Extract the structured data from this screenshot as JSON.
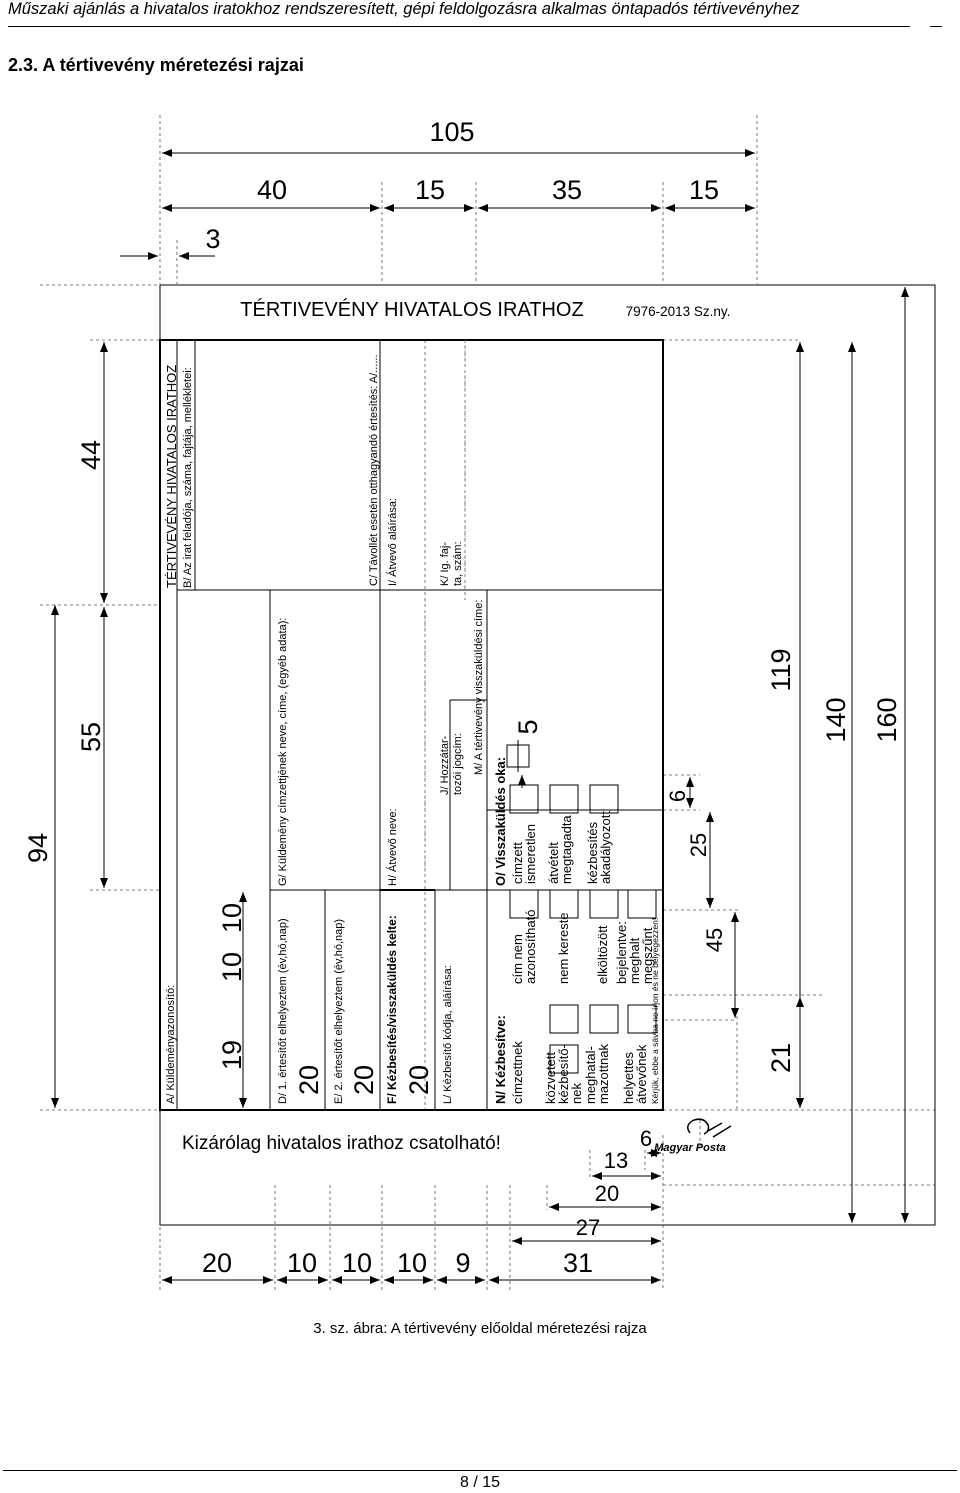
{
  "header": {
    "running_title": "Műszaki ajánlás a hivatalos iratokhoz rendszeresített, gépi feldolgozásra alkalmas öntapadós tértivevényhez",
    "section_title": "2.3. A tértivevény méretezési rajzai"
  },
  "dimensions": {
    "top_total": "105",
    "top_40": "40",
    "top_15a": "15",
    "top_35": "35",
    "top_15b": "15",
    "top_3": "3",
    "left_94": "94",
    "left_55": "55",
    "left_44": "44",
    "inner_19": "19",
    "inner_10a": "10",
    "inner_10b": "10",
    "right_119": "119",
    "right_140": "140",
    "right_160": "160",
    "right_21": "21",
    "mid_6": "6",
    "mid_25": "25",
    "mid_45": "45",
    "mid_5": "5",
    "bot_20": "20",
    "bot_10a": "10",
    "bot_10b": "10",
    "bot_10c": "10",
    "bot_9": "9",
    "bot_31": "31",
    "bot_27": "27",
    "bot_20b": "20",
    "bot_13": "13",
    "bot_6": "6"
  },
  "card": {
    "title": "TÉRTIVEVÉNY HIVATALOS IRATHOZ",
    "norm": "7976-2013 Sz.ny.",
    "footer_note": "Kizárólag hivatalos irathoz csatolható!",
    "logo": "Magyar Posta",
    "a_label": "A/ Küldeményazonosító:",
    "side_title": "TÉRTIVEVÉNY HIVATALOS IRATHOZ",
    "b_label": "B/ Az irat feladója, száma, fajtája, mellékletei:",
    "c_label": "C/ Távollét esetén otthagyandó értesítés: A/......",
    "d_label": "D/ 1. értesítőt elhelyeztem (év,hó,nap)",
    "e_label": "E/ 2. értesítőt elhelyeztem (év,hó,nap)",
    "f_label": "F/ Kézbesítés/visszaküldés kelte:",
    "g_label": "G/ Küldemény címzettjének neve, címe, (egyéb adata):",
    "h_label": "H/ Átvevő neve:",
    "i_label": "I/ Átvevő aláírása:",
    "j_label1": "J/ Hozzátar-",
    "j_label2": "tozói jogcím:",
    "k_label1": "K/ Ig. faj-",
    "k_label2": "ta, szám:",
    "l_label": "L/ Kézbesítő kódja, aláírása:",
    "m_label": "M/ A tértivevény visszaküldési címe:",
    "n_label": "N/ Kézbesítve:",
    "o_label": "O/ Visszaküldés oka:",
    "year_d": "20",
    "year_e": "20",
    "year_f": "20",
    "n_items": [
      [
        "címzettnek"
      ],
      [
        "közvetett",
        "kézbesítő-",
        "nek"
      ],
      [
        "meghatal-",
        "mazottnak"
      ],
      [
        "helyettes",
        "átvevőnek"
      ]
    ],
    "o_items_col1": [
      [
        "cím nem",
        "azonosítható"
      ],
      [
        "nem kereste"
      ],
      [
        "elköltözött"
      ],
      [
        "bejelentve:",
        "meghalt",
        "megszűnt"
      ]
    ],
    "o_items_col2": [
      [
        "címzett",
        "ismeretlen"
      ],
      [
        "átvételt",
        "megtagadta"
      ],
      [
        "kézbesítés",
        "akadályozott"
      ]
    ],
    "notice": "Kérjük, ebbe a sávba ne írjon és ne bélyegezzen!"
  },
  "caption": "3. sz. ábra: A tértivevény előoldal méretezési rajza",
  "footer": {
    "page": "8 / 15"
  }
}
